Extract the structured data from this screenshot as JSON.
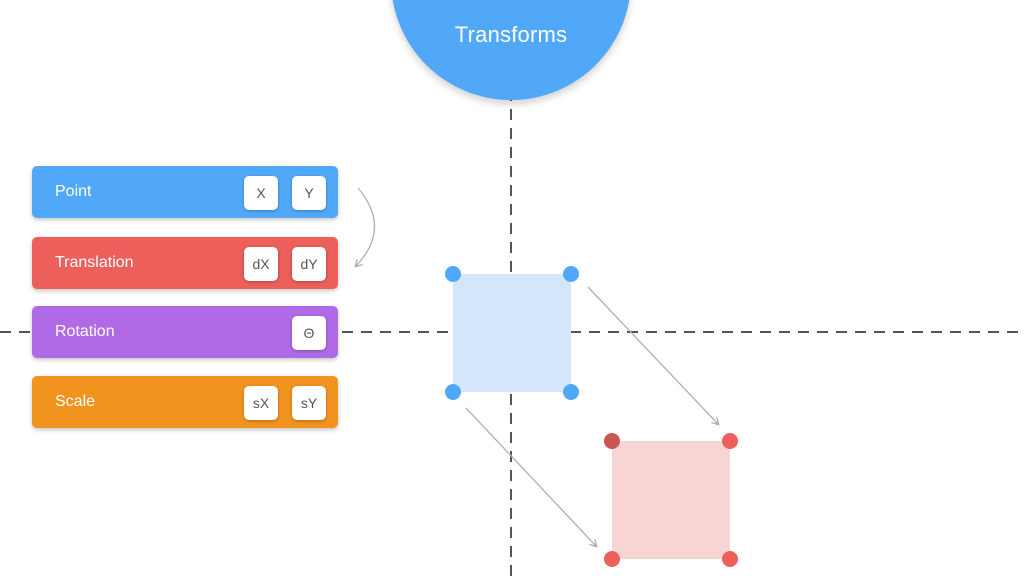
{
  "title": "Transforms",
  "colors": {
    "point": "#52a8f8",
    "translation": "#ec5f5a",
    "rotation": "#b06ae6",
    "scale": "#f29320",
    "source_square": "#d3e6fb",
    "source_handle": "#52a8f8",
    "target_square": "#f8d5d4",
    "target_handle": "#ec5f5a",
    "target_handle_dark": "#c95550",
    "axis": "#555555",
    "arrow": "#b0b0b0"
  },
  "cards": [
    {
      "id": "point",
      "label": "Point",
      "chips": [
        "X",
        "Y"
      ]
    },
    {
      "id": "translation",
      "label": "Translation",
      "chips": [
        "dX",
        "dY"
      ]
    },
    {
      "id": "rotation",
      "label": "Rotation",
      "chips": [
        "Θ"
      ]
    },
    {
      "id": "scale",
      "label": "Scale",
      "chips": [
        "sX",
        "sY"
      ]
    }
  ]
}
